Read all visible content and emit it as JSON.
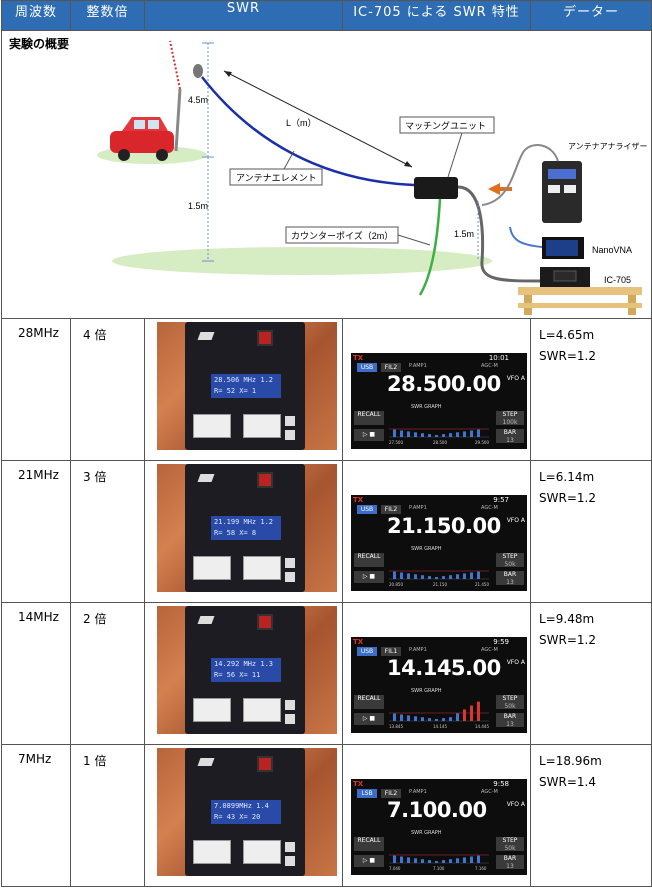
{
  "header": [
    "周波数",
    "整数倍",
    "SWR",
    "IC-705 による SWR 特性",
    "データー"
  ],
  "diagram": {
    "caption": "実験の概要",
    "len_upper": "4.5m",
    "len_lower": "1.5m",
    "len_cp": "1.5m",
    "L": "L（m）",
    "matching": "マッチングユニット",
    "element": "アンテナエレメント",
    "counterpoise": "カウンターポイズ（2m）",
    "analyzer": "アンテナアナライザー",
    "nanovna": "NanoVNA",
    "ic705": "IC-705"
  },
  "rows": [
    {
      "freq": "28MHz",
      "mult": "4 倍",
      "L": "L=4.65m",
      "SWR": "SWR=1.2",
      "lcd1": "28.506 MHz 1.2",
      "lcd2": "R= 52  X=  1 ",
      "mode": "USB",
      "fil": "FIL2",
      "clock": "10:01",
      "radio_freq": "28.500.00",
      "recall": "RECALL",
      "step": "STEP",
      "stepv": "100k",
      "barv": "13",
      "ticks": [
        "27.500",
        "28.500",
        "29.500"
      ]
    },
    {
      "freq": "21MHz",
      "mult": "3 倍",
      "L": "L=6.14m",
      "SWR": "SWR=1.2",
      "lcd1": "21.199 MHz 1.2",
      "lcd2": "R= 58  X=  8 ",
      "mode": "USB",
      "fil": "FIL2",
      "clock": "9:57",
      "radio_freq": "21.150.00",
      "recall": "RECALL",
      "step": "STEP",
      "stepv": "50k",
      "barv": "13",
      "ticks": [
        "20.850",
        "21.150",
        "21.450"
      ]
    },
    {
      "freq": "14MHz",
      "mult": "2 倍",
      "L": "L=9.48m",
      "SWR": "SWR=1.2",
      "lcd1": "14.292 MHz 1.3",
      "lcd2": "R= 56  X= 11",
      "mode": "USB",
      "fil": "FIL1",
      "clock": "9:59",
      "radio_freq": "14.145.00",
      "recall": "RECALL",
      "step": "STEP",
      "stepv": "50k",
      "barv": "13",
      "ticks": [
        "13.845",
        "14.145",
        "14.445"
      ]
    },
    {
      "freq": "7MHz",
      "mult": "1 倍",
      "L": "L=18.96m",
      "SWR": "SWR=1.4",
      "lcd1": "7.0899MHz 1.4",
      "lcd2": "R= 43  X= 20",
      "mode": "LSB",
      "fil": "FIL2",
      "clock": "9:58",
      "radio_freq": "7.100.00",
      "recall": "RECALL",
      "step": "STEP",
      "stepv": "50k",
      "barv": "13",
      "ticks": [
        "7.040",
        "7.100",
        "7.160"
      ]
    }
  ],
  "radio_common": {
    "tx": "TX",
    "pamp": "P.AMP1",
    "agc": "AGC-M",
    "vfo": "VFO A",
    "swr_graph": "SWR GRAPH"
  },
  "colors": {
    "header_bg": "#2e6db4",
    "element": "#1a2fa8",
    "counterpoise": "#3cb043",
    "arrow": "#e07020"
  }
}
